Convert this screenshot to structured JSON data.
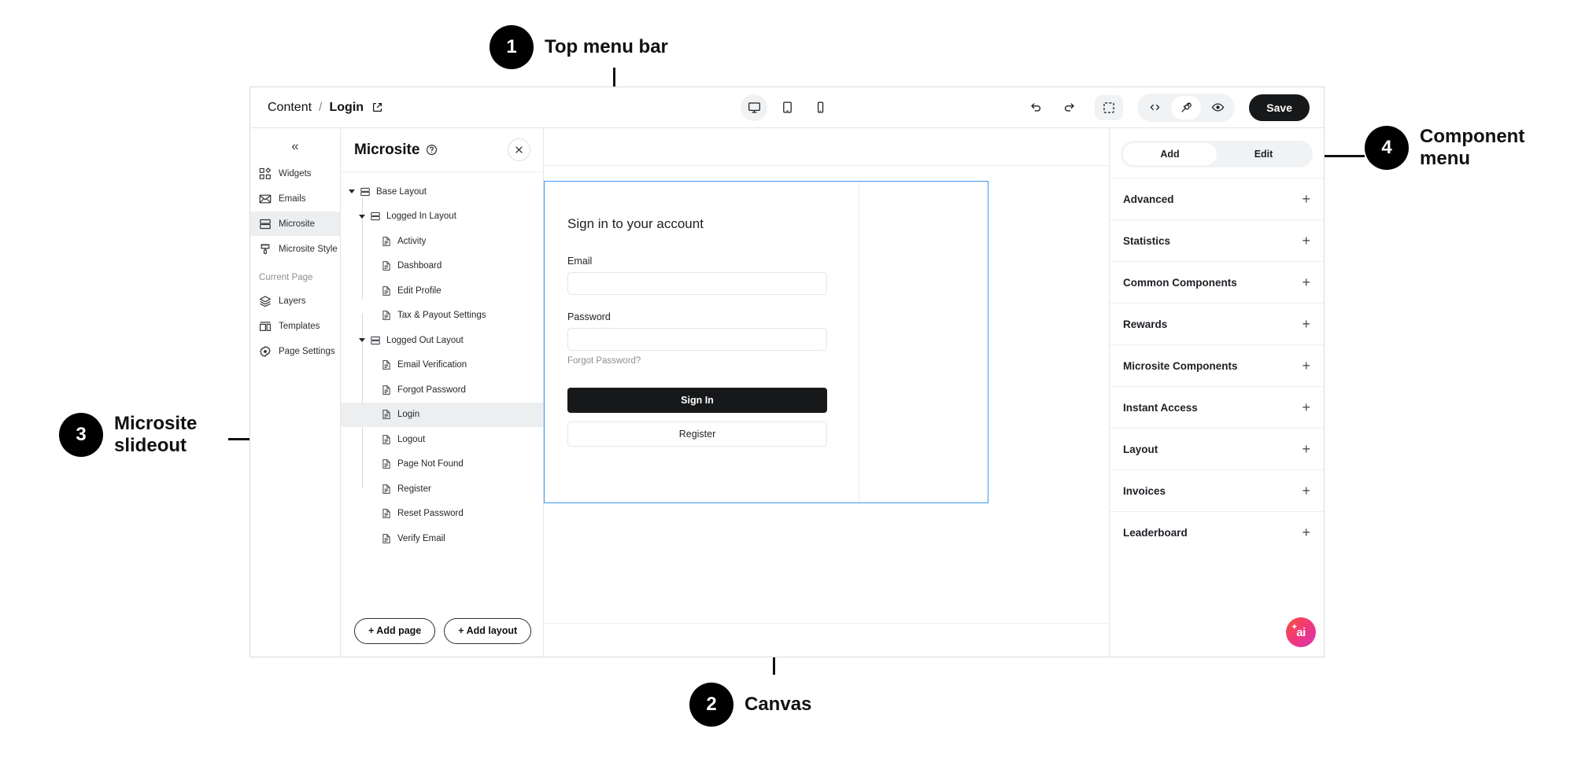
{
  "annotations": [
    {
      "number": "1",
      "label": "Top menu bar"
    },
    {
      "number": "2",
      "label": "Canvas"
    },
    {
      "number": "3",
      "label": "Microsite\nslideout"
    },
    {
      "number": "4",
      "label": "Component\nmenu"
    }
  ],
  "topbar": {
    "breadcrumb": {
      "root": "Content",
      "separator": "/",
      "current": "Login",
      "external_link_icon": "external-link-icon"
    },
    "devices": [
      {
        "name": "desktop-icon",
        "label": "Desktop",
        "active": true
      },
      {
        "name": "tablet-icon",
        "label": "Tablet",
        "active": false
      },
      {
        "name": "mobile-icon",
        "label": "Mobile",
        "active": false
      }
    ],
    "history": [
      {
        "name": "undo-icon",
        "label": "Undo"
      },
      {
        "name": "redo-icon",
        "label": "Redo"
      }
    ],
    "frame_select_icon": "frame-select-icon",
    "view_modes": [
      {
        "name": "code-icon",
        "label": "Code",
        "active": false
      },
      {
        "name": "design-icon",
        "label": "Design",
        "active": true
      },
      {
        "name": "preview-icon",
        "label": "Preview",
        "active": false
      }
    ],
    "save_label": "Save"
  },
  "rail": {
    "collapse_icon": "collapse-chevrons-icon",
    "items": [
      {
        "label": "Widgets",
        "icon": "widgets-icon",
        "active": false
      },
      {
        "label": "Emails",
        "icon": "envelope-icon",
        "active": false
      },
      {
        "label": "Microsite",
        "icon": "microsite-icon",
        "active": true
      },
      {
        "label": "Microsite Style",
        "icon": "paint-roller-icon",
        "active": false
      }
    ],
    "section_label": "Current Page",
    "page_items": [
      {
        "label": "Layers",
        "icon": "layers-icon"
      },
      {
        "label": "Templates",
        "icon": "templates-icon"
      },
      {
        "label": "Page Settings",
        "icon": "gear-icon"
      }
    ]
  },
  "slideout": {
    "title": "Microsite",
    "help_icon": "help-circle-icon",
    "close_icon": "close-icon",
    "tree": [
      {
        "label": "Base Layout",
        "type": "layout",
        "depth": 0,
        "expanded": true,
        "selected": false
      },
      {
        "label": "Logged In Layout",
        "type": "layout",
        "depth": 1,
        "expanded": true,
        "selected": false
      },
      {
        "label": "Activity",
        "type": "page",
        "depth": 2,
        "selected": false
      },
      {
        "label": "Dashboard",
        "type": "page",
        "depth": 2,
        "selected": false
      },
      {
        "label": "Edit Profile",
        "type": "page",
        "depth": 2,
        "selected": false
      },
      {
        "label": "Tax & Payout Settings",
        "type": "page",
        "depth": 2,
        "selected": false
      },
      {
        "label": "Logged Out Layout",
        "type": "layout",
        "depth": 1,
        "expanded": true,
        "selected": false
      },
      {
        "label": "Email Verification",
        "type": "page",
        "depth": 2,
        "selected": false
      },
      {
        "label": "Forgot Password",
        "type": "page",
        "depth": 2,
        "selected": false
      },
      {
        "label": "Login",
        "type": "page",
        "depth": 2,
        "selected": true
      },
      {
        "label": "Logout",
        "type": "page",
        "depth": 2,
        "selected": false
      },
      {
        "label": "Page Not Found",
        "type": "page",
        "depth": 2,
        "selected": false
      },
      {
        "label": "Register",
        "type": "page",
        "depth": 2,
        "selected": false
      },
      {
        "label": "Reset Password",
        "type": "page",
        "depth": 2,
        "selected": false
      },
      {
        "label": "Verify Email",
        "type": "page",
        "depth": 2,
        "selected": false
      }
    ],
    "add_page_label": "+ Add page",
    "add_layout_label": "+ Add layout"
  },
  "canvas": {
    "selection_color": "#3c9bf0",
    "form": {
      "title": "Sign in to your account",
      "email_label": "Email",
      "email_value": "",
      "email_placeholder": "",
      "password_label": "Password",
      "password_value": "",
      "password_placeholder": "",
      "forgot_password_link": "Forgot Password?",
      "primary_button": "Sign In",
      "secondary_button": "Register"
    }
  },
  "component_menu": {
    "tabs": [
      {
        "label": "Add",
        "active": true
      },
      {
        "label": "Edit",
        "active": false
      }
    ],
    "expand_icon": "plus-icon",
    "sections": [
      {
        "label": "Advanced"
      },
      {
        "label": "Statistics"
      },
      {
        "label": "Common Components"
      },
      {
        "label": "Rewards"
      },
      {
        "label": "Microsite Components"
      },
      {
        "label": "Instant Access"
      },
      {
        "label": "Layout"
      },
      {
        "label": "Invoices"
      },
      {
        "label": "Leaderboard"
      }
    ],
    "ai_fab": {
      "label": "ai",
      "icon": "ai-sparkle-icon",
      "color": "#f0357f"
    }
  }
}
